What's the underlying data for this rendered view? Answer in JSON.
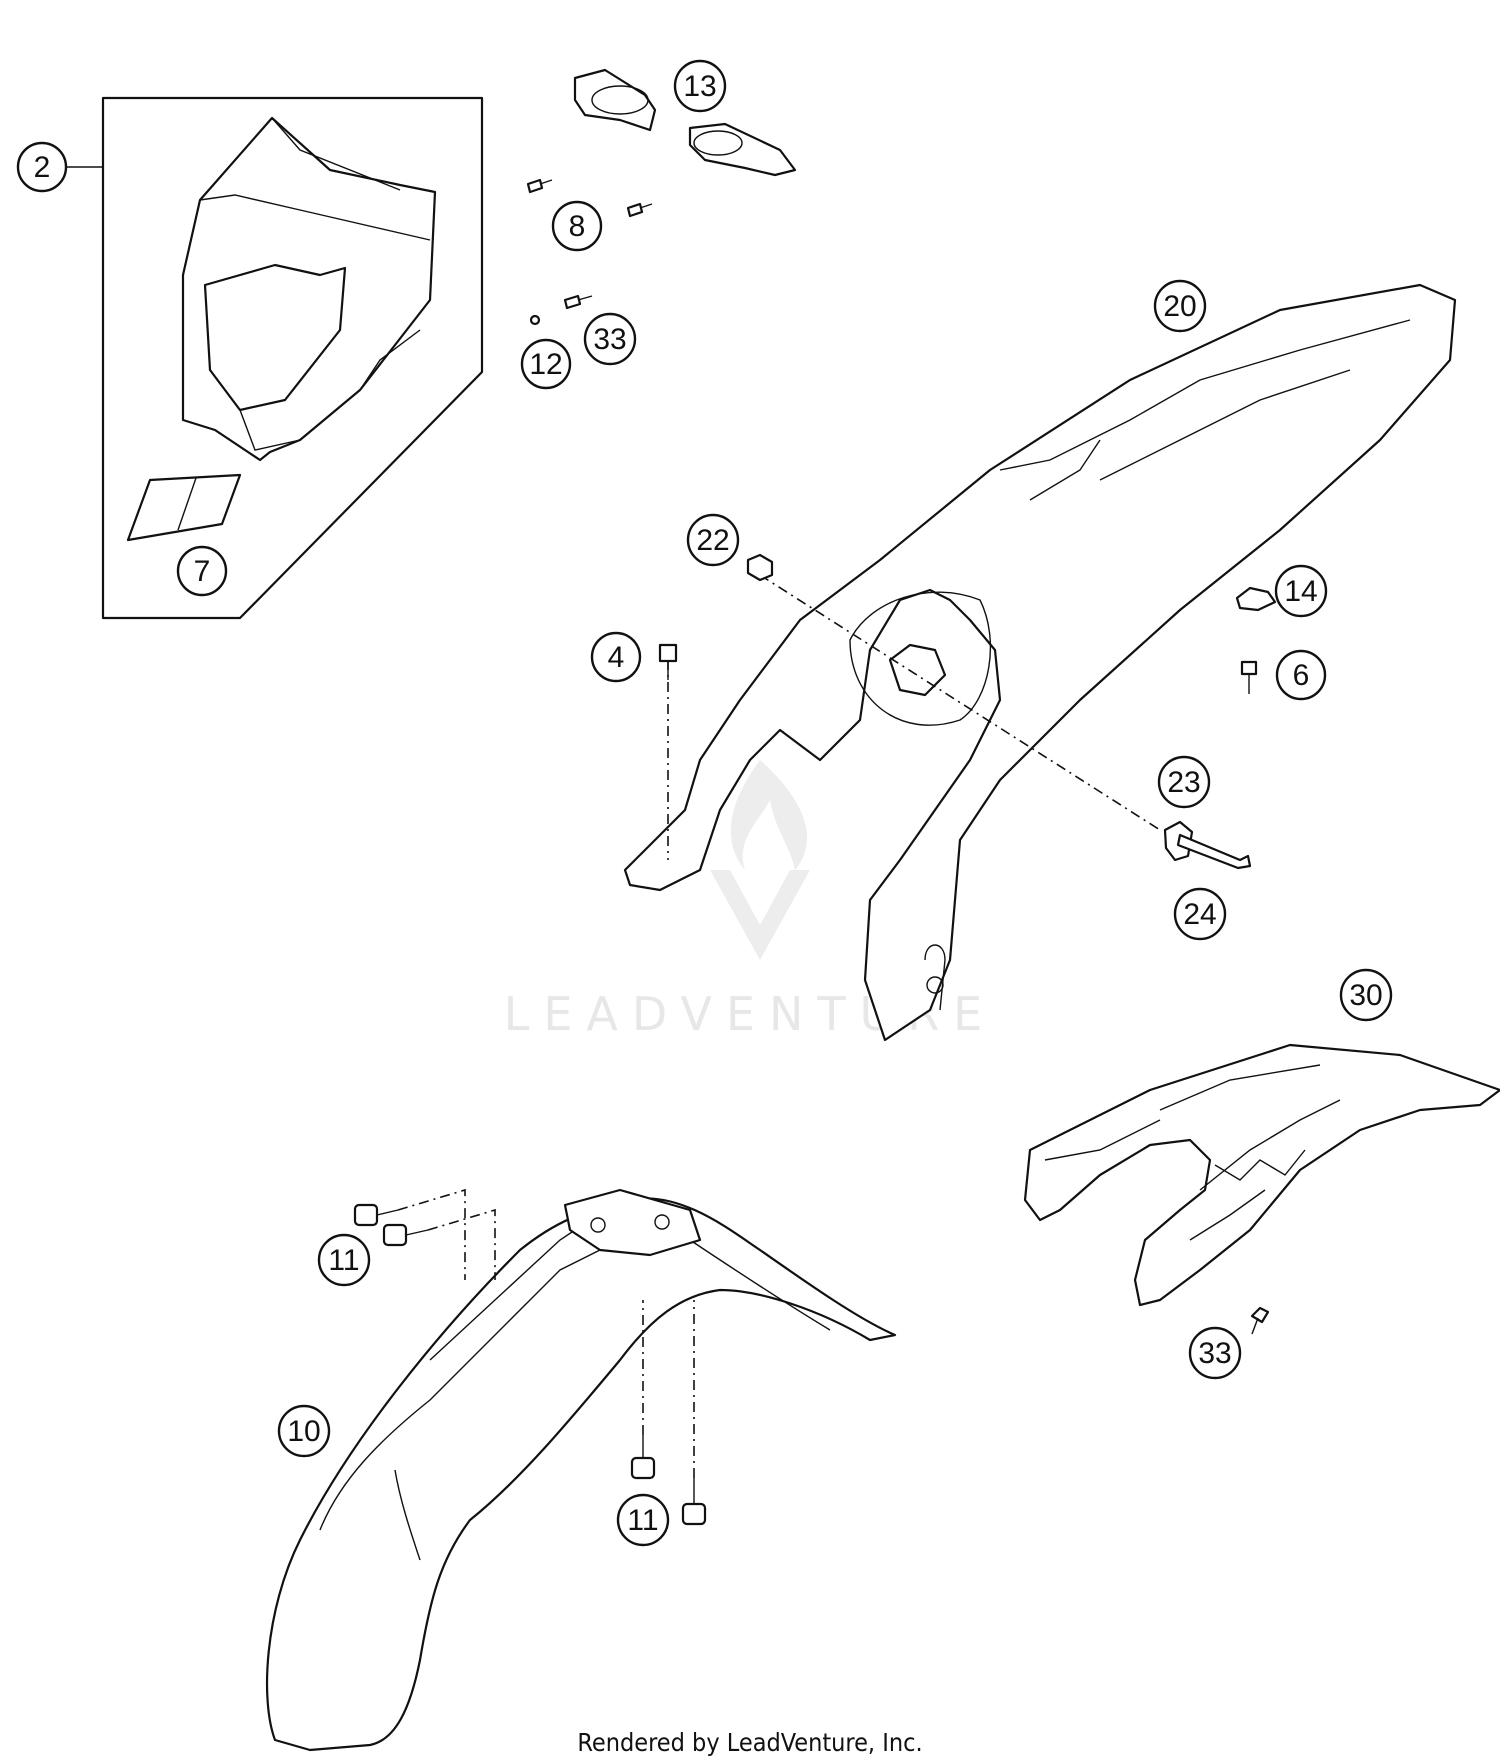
{
  "diagram": {
    "callouts": [
      {
        "id": "c2",
        "label": "2"
      },
      {
        "id": "c7",
        "label": "7"
      },
      {
        "id": "c13",
        "label": "13"
      },
      {
        "id": "c8",
        "label": "8"
      },
      {
        "id": "c33a",
        "label": "33"
      },
      {
        "id": "c12",
        "label": "12"
      },
      {
        "id": "c20",
        "label": "20"
      },
      {
        "id": "c22",
        "label": "22"
      },
      {
        "id": "c4",
        "label": "4"
      },
      {
        "id": "c14",
        "label": "14"
      },
      {
        "id": "c6",
        "label": "6"
      },
      {
        "id": "c23",
        "label": "23"
      },
      {
        "id": "c24",
        "label": "24"
      },
      {
        "id": "c30",
        "label": "30"
      },
      {
        "id": "c33b",
        "label": "33"
      },
      {
        "id": "c11a",
        "label": "11"
      },
      {
        "id": "c10",
        "label": "10"
      },
      {
        "id": "c11b",
        "label": "11"
      }
    ]
  },
  "watermark": {
    "text": "LEADVENTURE"
  },
  "footer": {
    "credit": "Rendered by LeadVenture, Inc."
  }
}
